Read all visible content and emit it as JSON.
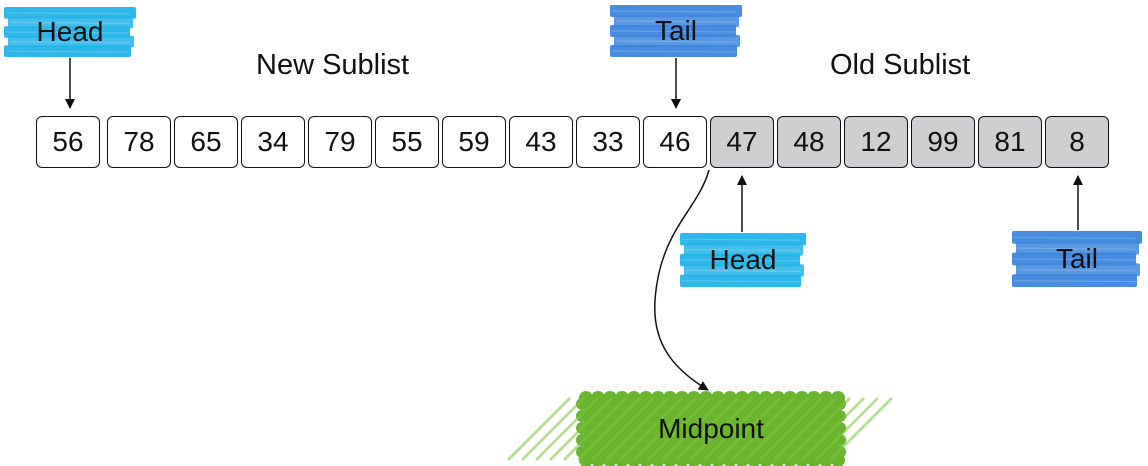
{
  "sections": {
    "new_sublist": "New Sublist",
    "old_sublist": "Old Sublist"
  },
  "list": {
    "new_values": [
      "56",
      "78",
      "65",
      "34",
      "79",
      "55",
      "59",
      "43",
      "33",
      "46"
    ],
    "old_values": [
      "47",
      "48",
      "12",
      "99",
      "81",
      "8"
    ]
  },
  "labels": {
    "new_head": "Head",
    "new_tail": "Tail",
    "old_head": "Head",
    "old_tail": "Tail",
    "midpoint": "Midpoint"
  },
  "colors": {
    "head_highlight": "#23b4e8",
    "tail_highlight": "#3d86dc",
    "midpoint_highlight": "#69b52e",
    "old_cell_fill": "#cfcfd2",
    "new_cell_fill": "#ffffff"
  }
}
